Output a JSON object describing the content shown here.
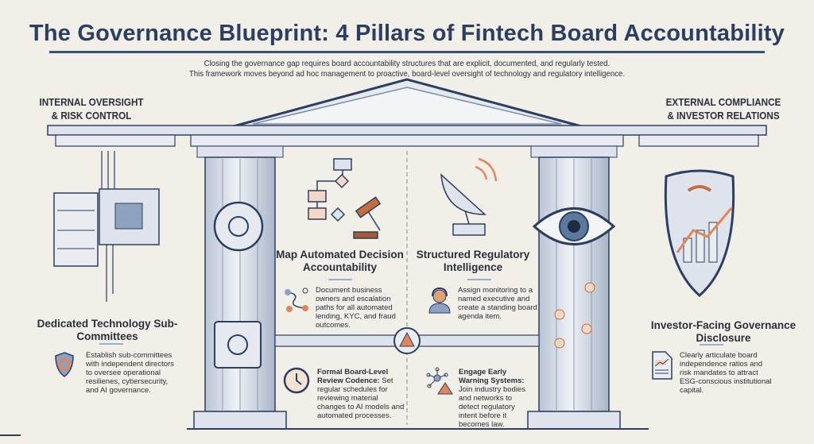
{
  "header": {
    "title": "The Governance Blueprint: 4 Pillars of Fintech Board Accountability",
    "subtitle_line1": "Closing the governance gap requires board accountability structures that are explicit, documented, and regularly tested.",
    "subtitle_line2": "This framework moves beyond ad hoc management to proactive, board-level oversight of technology and regulatory intelligence."
  },
  "left_section": {
    "heading": "INTERNAL OVERSIGHT\n& RISK CONTROL",
    "pillar_title": "Dedicated Technology Sub-Committees",
    "body": "Establish sub-committees with independent directors to oversee operational resilienes, cybersecurity, and AI governance.",
    "icons": [
      "server-icon",
      "circuit-board-icon",
      "shield-gear-icon"
    ]
  },
  "center_left": {
    "pillar_title": "Map Automated Decision Accountability",
    "body": "Document business owners and escalation paths for all automated lending, KYC, and fraud outcomes.",
    "sub_bold": "Formal Board-Level Review Codence:",
    "sub_body": " Set regular schedules for reviewing material changes to AI models and automated processes.",
    "icons": [
      "vault-dial-icon",
      "flowchart-gavel-icon",
      "network-path-icon",
      "safe-icon",
      "clock-icon"
    ]
  },
  "center_right": {
    "pillar_title": "Structured Regulatory Intelligence",
    "body": "Assign monitoring to a named executive and create a standing board agenda item.",
    "sub_bold": "Engage Early Warning Systems:",
    "sub_body": " Join industry bodies and networks to detect regulatory intent before it becomes law.",
    "icons": [
      "satellite-dish-icon",
      "headset-person-icon",
      "network-warning-icon",
      "eye-icon",
      "warning-icon"
    ]
  },
  "right_section": {
    "heading": "EXTERNAL COMPLIANCE\n& INVESTOR RELATIONS",
    "pillar_title": "Investor-Facing Governance Disclosure",
    "body": "Clearly articulate board independence ratios and risk mandates to attract ESG-conscious institutional capital.",
    "icons": [
      "shield-handshake-chart-icon",
      "report-document-icon"
    ]
  },
  "colors": {
    "navy": "#2b3f63",
    "stone": "#dfe4ec",
    "accent_orange": "#e0875a",
    "background": "#f1efe7"
  }
}
